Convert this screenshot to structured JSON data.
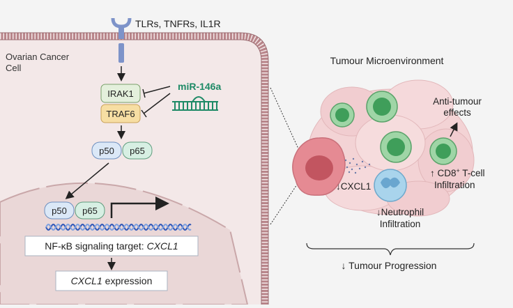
{
  "receptors_label": "TLRs, TNFRs, IL1R",
  "cell_label_line1": "Ovarian Cancer",
  "cell_label_line2": "Cell",
  "mirna_label": "miR-146a",
  "irak1_label": "IRAK1",
  "traf6_label": "TRAF6",
  "p50_label": "p50",
  "p65_label": "p65",
  "target_prefix": "NF-κB signaling target: ",
  "target_gene": "CXCL1",
  "expression_gene": "CXCL1",
  "expression_suffix": " expression",
  "tme_title": "Tumour Microenvironment",
  "antitumour_line1": "Anti-tumour",
  "antitumour_line2": "effects",
  "cd8_prefix": "↑ CD8",
  "cd8_sup": "+",
  "cd8_suffix": " T-cell",
  "cd8_line2": "Infiltration",
  "cxcl1_down": "↓CXCL1",
  "neutrophil_line1": "↓Neutrophil",
  "neutrophil_line2": "Infiltration",
  "tumour_progression": "↓ Tumour Progression",
  "colors": {
    "cell_bg": "#f3e8e8",
    "membrane": "#b8858a",
    "nucleus": "#ead7d7",
    "irak_fill": "#e4f0dc",
    "traf_fill": "#f7dea3",
    "p50_fill": "#dbe8f7",
    "p65_fill": "#d7efe3",
    "mirna": "#1e8a66",
    "dna_a": "#2e57b8",
    "dna_b": "#7fa1e0",
    "tumour": "#f3d3d5",
    "tcell_outer": "#9fd5a6",
    "tcell_inner": "#3f9e5a",
    "cancer_cell": "#e58a93",
    "cancer_nucleus": "#c25560",
    "neutrophil": "#a9d4ec"
  }
}
